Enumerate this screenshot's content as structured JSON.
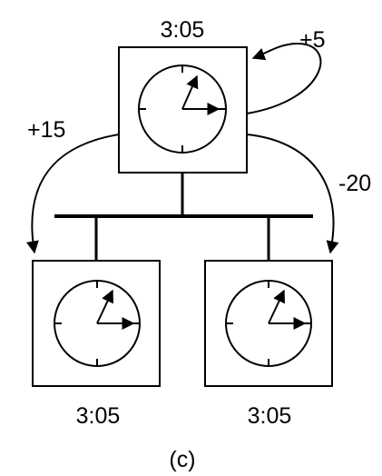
{
  "figure": {
    "top_clock_time": "3:05",
    "left_clock_time": "3:05",
    "right_clock_time": "3:05",
    "self_adjust_label": "+5",
    "left_adjust_label": "+15",
    "right_adjust_label": "-20",
    "caption": "(c)"
  },
  "colors": {
    "ink": "#000000",
    "background": "#ffffff"
  }
}
